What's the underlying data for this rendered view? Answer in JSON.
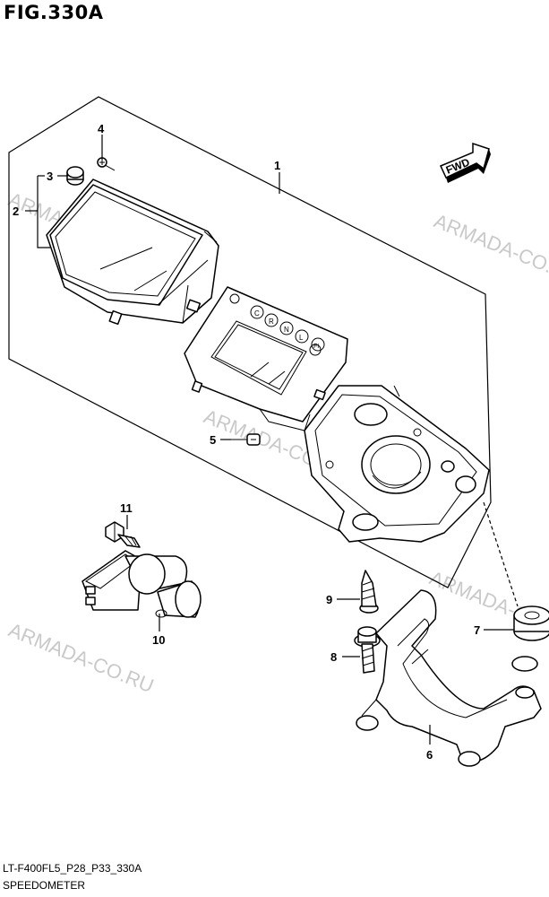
{
  "title": "FIG.330A",
  "footer": {
    "code": "LT-F400FL5_P28_P33_330A",
    "name": "SPEEDOMETER"
  },
  "fwd_label": "FWD",
  "watermark": "ARMADA-CO.RU",
  "meter_indicators": [
    "C",
    "R",
    "N",
    "L",
    "FI"
  ],
  "callouts": [
    {
      "id": "1",
      "label": "1"
    },
    {
      "id": "2",
      "label": "2"
    },
    {
      "id": "3",
      "label": "3"
    },
    {
      "id": "4",
      "label": "4"
    },
    {
      "id": "5",
      "label": "5"
    },
    {
      "id": "6",
      "label": "6"
    },
    {
      "id": "7",
      "label": "7"
    },
    {
      "id": "8",
      "label": "8"
    },
    {
      "id": "9",
      "label": "9"
    },
    {
      "id": "10",
      "label": "10"
    },
    {
      "id": "11",
      "label": "11"
    }
  ]
}
